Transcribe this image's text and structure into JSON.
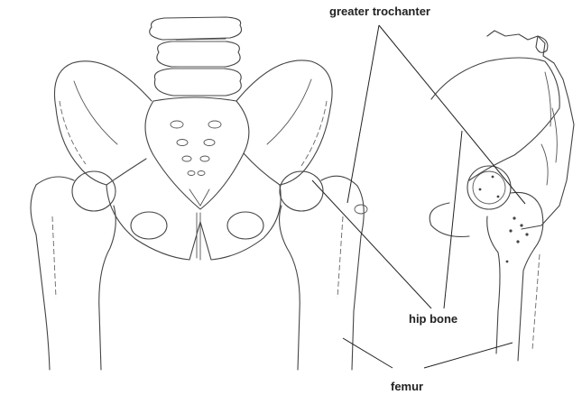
{
  "labels": {
    "greater_trochanter": "greater trochanter",
    "hip_bone": "hip bone",
    "femur": "femur"
  },
  "colors": {
    "background": "#ffffff",
    "line_art": "#444444",
    "label_text": "#222222"
  }
}
